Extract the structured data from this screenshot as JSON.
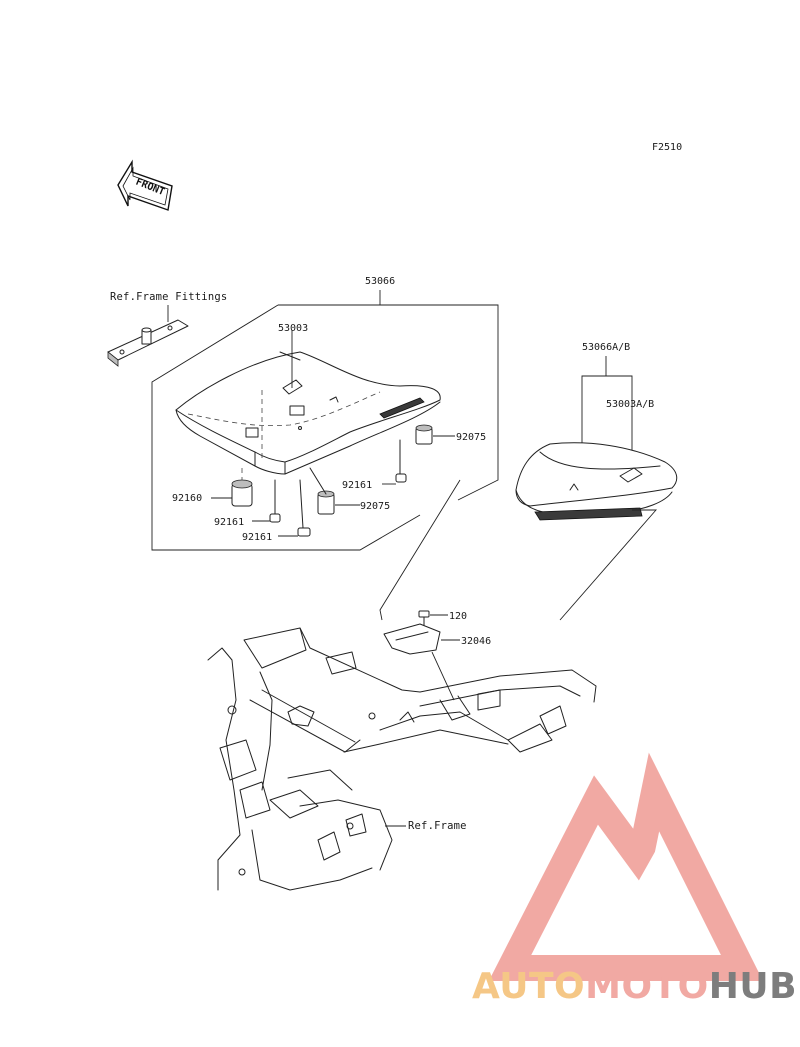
{
  "figure_code": "F2510",
  "front_arrow_text": "FRONT",
  "labels": {
    "ref_frame_fittings": "Ref.Frame Fittings",
    "seat_assembly": "53066",
    "seat_cover": "53003",
    "damper_92075_upper": "92075",
    "damper_92075_lower": "92075",
    "bolt_92161_a": "92161",
    "bolt_92161_b": "92161",
    "bolt_92161_c": "92161",
    "collar_92160": "92160",
    "alt_seat_assembly": "53066A/B",
    "alt_seat_cover": "53003A/B",
    "bolt_120": "120",
    "hook_32046": "32046",
    "ref_frame": "Ref.Frame"
  },
  "watermark": {
    "part1": "AUTO",
    "part2": "MOTO",
    "part3": "HUB",
    "color_primary": "#f0a09a",
    "color_secondary": "#f5c27a",
    "color_dark": "#6f6f6f"
  }
}
